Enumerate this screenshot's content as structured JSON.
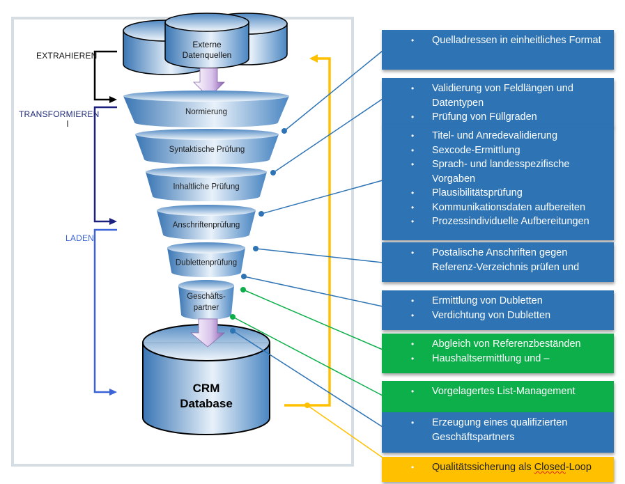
{
  "phases": {
    "extract": "EXTRAHIEREN",
    "transform": "TRANSFORMIEREN",
    "load": "LADEN"
  },
  "source_db": {
    "label_line1": "Externe",
    "label_line2": "Datenquellen"
  },
  "funnel_stages": [
    {
      "label": "Normierung"
    },
    {
      "label": "Syntaktische Prüfung"
    },
    {
      "label": "Inhaltliche Prüfung"
    },
    {
      "label": "Anschriftenprüfung"
    },
    {
      "label": "Dublettenprüfung"
    },
    {
      "label_line1": "Geschäfts-",
      "label_line2": "partner"
    }
  ],
  "target_db": {
    "label_line1": "CRM",
    "label_line2": "Database"
  },
  "colors": {
    "blue": "#2e74b5",
    "green": "#0caf4a",
    "yellow": "#ffc000",
    "extract": "#111111",
    "transform": "#1f2a7a",
    "load": "#3b63d8"
  },
  "info_boxes": [
    {
      "color": "blue",
      "items": [
        "Quelladressen in einheitliches Format"
      ]
    },
    {
      "color": "blue",
      "items": [
        "Validierung von Feldlängen und Datentypen",
        "Prüfung von Füllgraden"
      ]
    },
    {
      "color": "blue",
      "items": [
        "Titel- und Anredevalidierung",
        "Sexcode-Ermittlung",
        "Sprach- und landesspezifische Vorgaben",
        "Plausibilitätsprüfung",
        "Kommunikationsdaten aufbereiten",
        "Prozessindividuelle Aufbereitungen"
      ]
    },
    {
      "color": "blue",
      "items": [
        "Postalische Anschriften gegen Referenz-Verzeichnis prüfen und"
      ]
    },
    {
      "color": "blue",
      "items": [
        "Ermittlung von Dubletten",
        "Verdichtung von Dubletten"
      ]
    },
    {
      "color": "green",
      "items": [
        "Abgleich von Referenzbeständen",
        "Haushaltsermittlung und –"
      ]
    },
    {
      "color": "green",
      "items": [
        "Vorgelagertes List-Management"
      ]
    },
    {
      "color": "blue",
      "items": [
        "Erzeugung eines qualifizierten Geschäftspartners"
      ]
    },
    {
      "color": "yellow",
      "items_rich": {
        "prefix": "Qualitätssicherung als ",
        "underlined": "Closed",
        "suffix": "-Loop"
      }
    }
  ]
}
